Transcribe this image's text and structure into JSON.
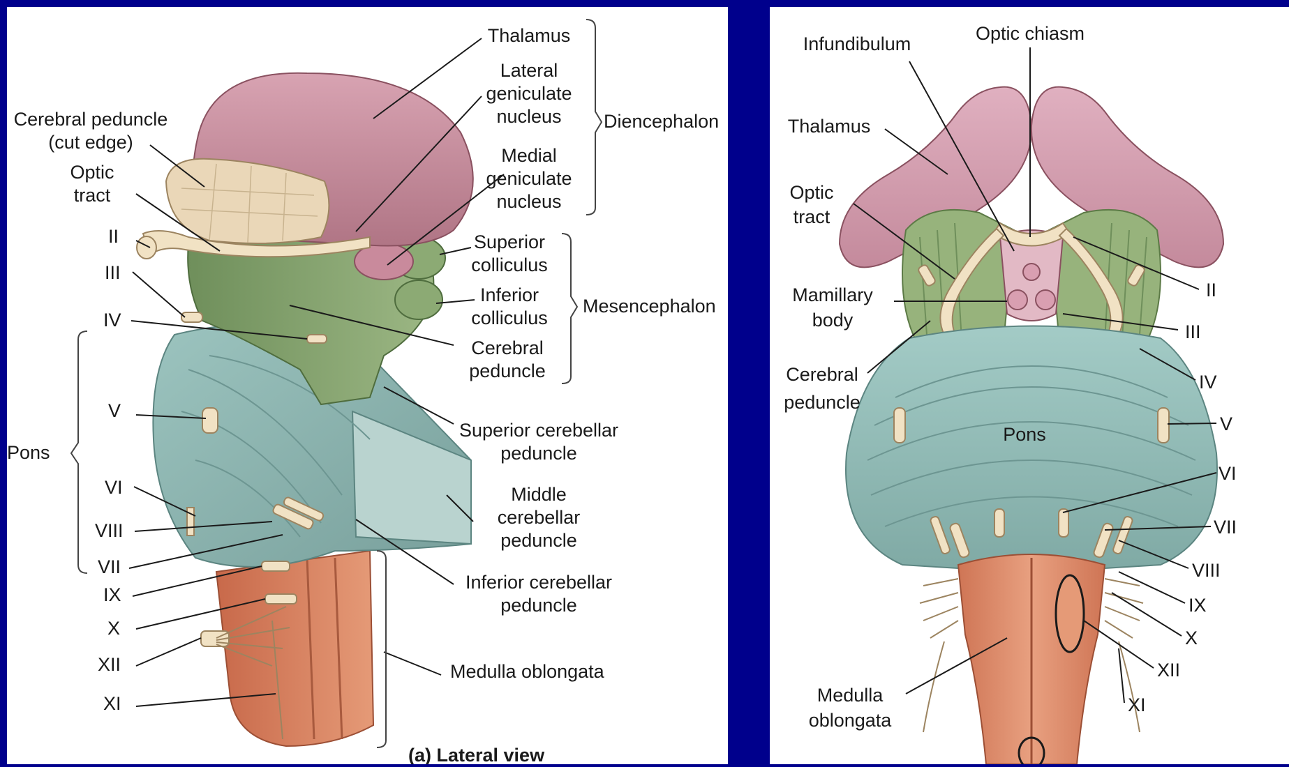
{
  "lateral": {
    "thalamus": "Thalamus",
    "lgn": [
      "Lateral",
      "geniculate",
      "nucleus"
    ],
    "mgn": [
      "Medial",
      "geniculate",
      "nucleus"
    ],
    "diencephalon": "Diencephalon",
    "cp_cut": [
      "Cerebral peduncle",
      "(cut edge)"
    ],
    "optic_tract": [
      "Optic",
      "tract"
    ],
    "sup_colliculus": [
      "Superior",
      "colliculus"
    ],
    "inf_colliculus": [
      "Inferior",
      "colliculus"
    ],
    "cerebral_peduncle": [
      "Cerebral",
      "peduncle"
    ],
    "mesencephalon": "Mesencephalon",
    "sup_cereb_ped": [
      "Superior cerebellar",
      "peduncle"
    ],
    "mid_cereb_ped": [
      "Middle",
      "cerebellar",
      "peduncle"
    ],
    "inf_cereb_ped": [
      "Inferior cerebellar",
      "peduncle"
    ],
    "medulla": "Medulla oblongata",
    "pons": "Pons",
    "nerves": [
      "II",
      "III",
      "IV",
      "V",
      "VI",
      "VIII",
      "VII",
      "IX",
      "X",
      "XII",
      "XI"
    ],
    "caption": "(a) Lateral view"
  },
  "ventral": {
    "infundibulum": "Infundibulum",
    "optic_chiasm": "Optic chiasm",
    "thalamus": "Thalamus",
    "optic_tract": [
      "Optic",
      "tract"
    ],
    "mamillary": [
      "Mamillary",
      "body"
    ],
    "cerebral_peduncle": [
      "Cerebral",
      "peduncle"
    ],
    "pons": "Pons",
    "medulla": [
      "Medulla",
      "oblongata"
    ],
    "nerves": [
      "II",
      "III",
      "IV",
      "V",
      "VI",
      "VII",
      "VIII",
      "IX",
      "X",
      "XII",
      "XI"
    ]
  },
  "colors": {
    "background": "#00008c",
    "thalamus": "#c98a9c",
    "cut_edge": "#ead7b8",
    "midbrain": "#7f9e6a",
    "pons": "#8fb8b3",
    "medulla": "#d9825f",
    "nerve": "#f1e2c4"
  }
}
